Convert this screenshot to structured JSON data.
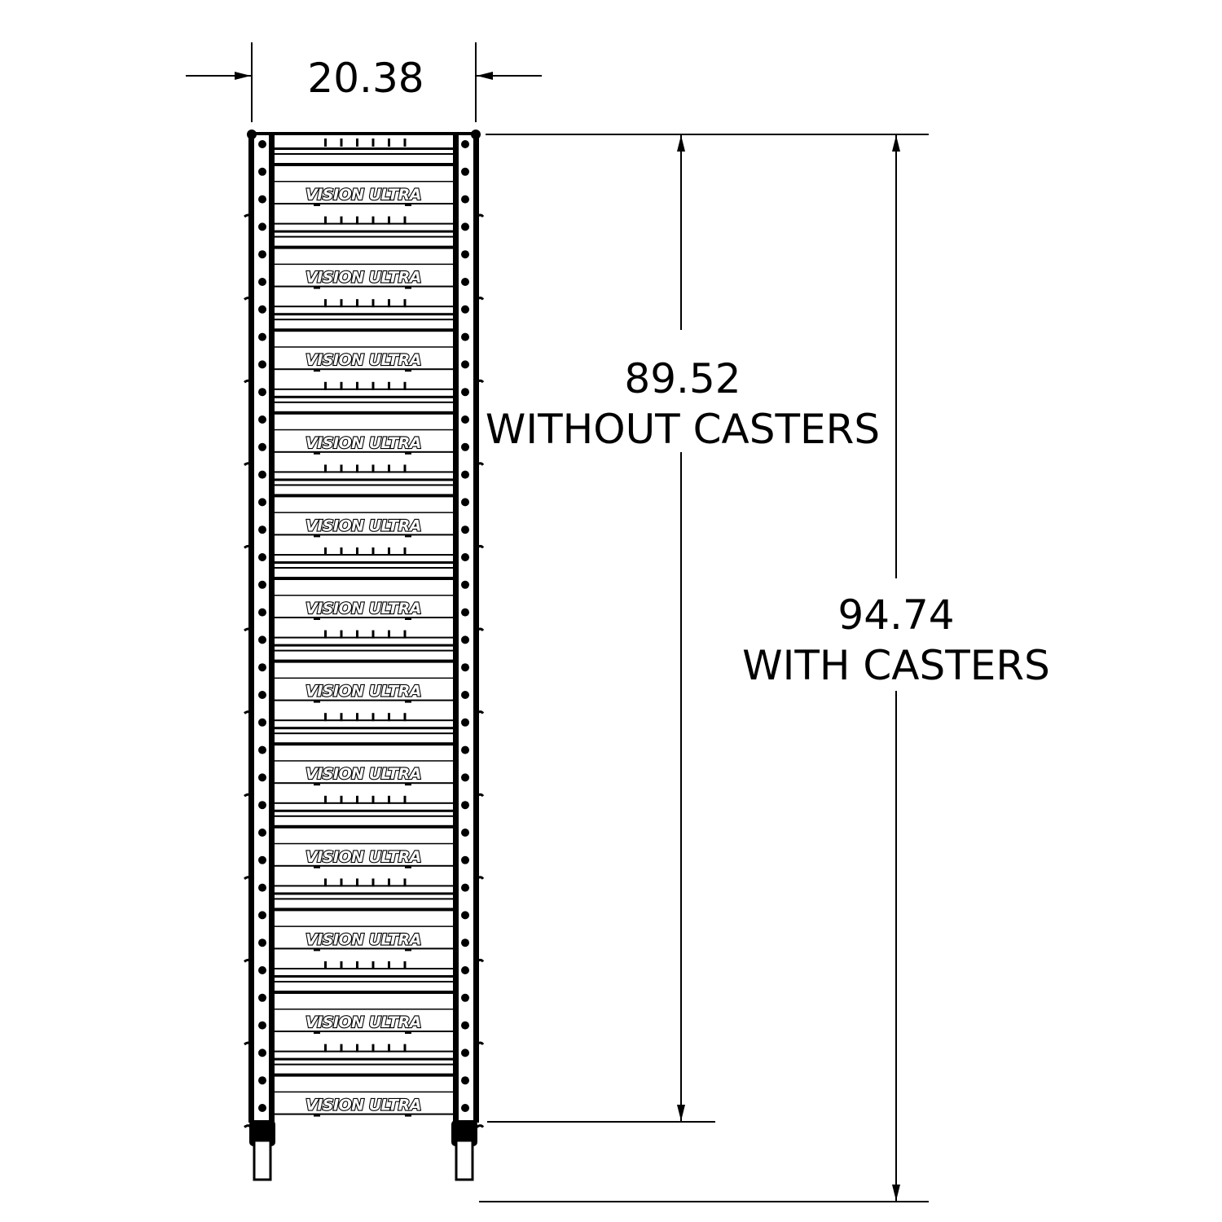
{
  "width_dimension": {
    "value": "20.38"
  },
  "height_without_casters": {
    "value": "89.52",
    "label": "WITHOUT CASTERS"
  },
  "height_with_casters": {
    "value": "94.74",
    "label": "WITH CASTERS"
  },
  "rack": {
    "shelf_count": 12,
    "brand_label": "VISION ULTRA"
  },
  "colors": {
    "line": "#000000",
    "background": "#ffffff"
  }
}
